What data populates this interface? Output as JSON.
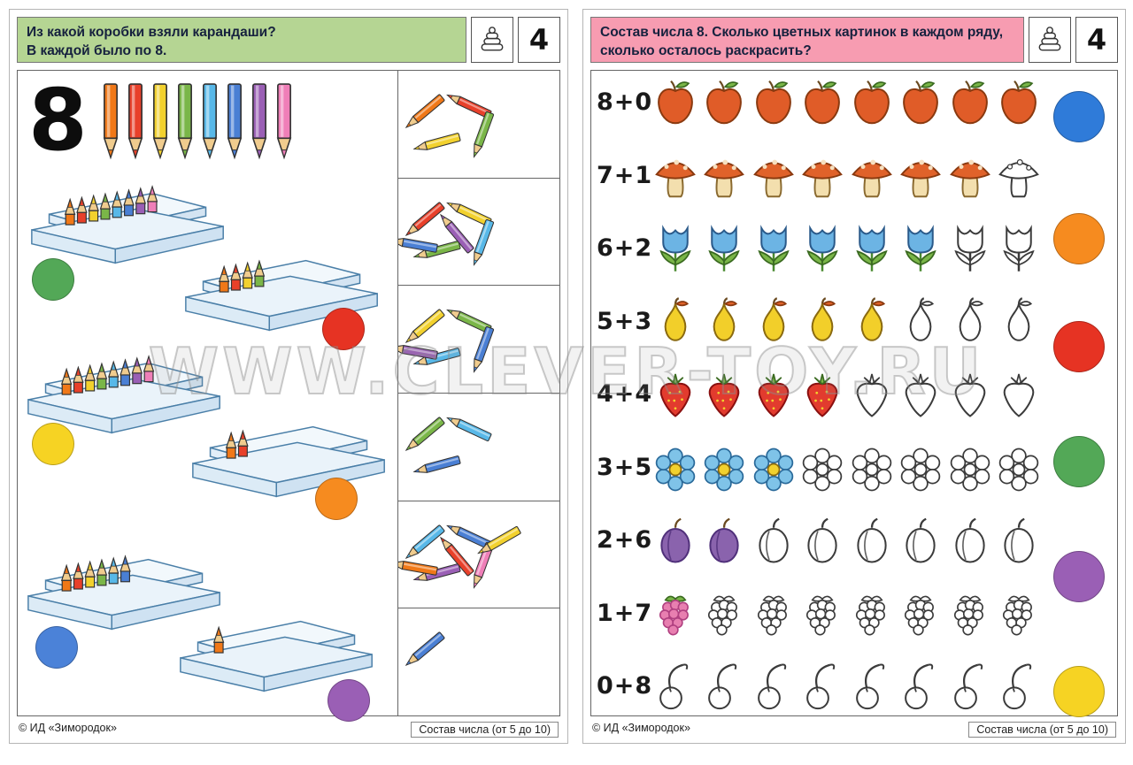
{
  "watermark": "WWW.CLEVER-TOY.RU",
  "left_page": {
    "header": {
      "line1": "Из какой коробки взяли карандаши?",
      "line2": "В каждой было по 8.",
      "badge_number": "4",
      "band_color": "#b5d593"
    },
    "big_number": "8",
    "pencil_colors": [
      "#f07818",
      "#e8402a",
      "#f2d12e",
      "#7ab648",
      "#58b8e8",
      "#4a7fd4",
      "#9a5fb5",
      "#ef7fb8"
    ],
    "boxes": [
      {
        "pencils_visible": 8,
        "circle_color": "#53a857"
      },
      {
        "pencils_visible": 4,
        "circle_color": "#e63323"
      },
      {
        "pencils_visible": 8,
        "circle_color": "#f6d323"
      },
      {
        "pencils_visible": 2,
        "circle_color": "#f68b1f"
      },
      {
        "pencils_visible": 6,
        "circle_color": "#4b82d8"
      },
      {
        "pencils_visible": 1,
        "circle_color": "#9a5fb5"
      }
    ],
    "answer_groups": [
      {
        "pencils": 4
      },
      {
        "pencils": 6
      },
      {
        "pencils": 5
      },
      {
        "pencils": 3
      },
      {
        "pencils": 7
      },
      {
        "pencils": 1
      }
    ],
    "footer_left": "© ИД «Зимородок»",
    "footer_right": "Состав числа (от 5 до 10)"
  },
  "right_page": {
    "header": {
      "line1": "Состав числа 8. Сколько цветных картинок в каждом ряду,",
      "line2": "сколько осталось раскрасить?",
      "badge_number": "4",
      "band_color": "#f79cb1"
    },
    "rows": [
      {
        "label": "8+0",
        "item": "apple",
        "colored": 8,
        "total": 8
      },
      {
        "label": "7+1",
        "item": "mushroom",
        "colored": 7,
        "total": 8
      },
      {
        "label": "6+2",
        "item": "tulip",
        "colored": 6,
        "total": 8
      },
      {
        "label": "5+3",
        "item": "pear",
        "colored": 5,
        "total": 8
      },
      {
        "label": "4+4",
        "item": "strawberry",
        "colored": 4,
        "total": 8
      },
      {
        "label": "3+5",
        "item": "flower",
        "colored": 3,
        "total": 8
      },
      {
        "label": "2+6",
        "item": "plum",
        "colored": 2,
        "total": 8
      },
      {
        "label": "1+7",
        "item": "raspberry",
        "colored": 1,
        "total": 8
      },
      {
        "label": "0+8",
        "item": "cherry",
        "colored": 0,
        "total": 8
      }
    ],
    "answer_circles": [
      "#2f7bd9",
      "#f68b1f",
      "#e63323",
      "#53a857",
      "#9a5fb5",
      "#f6d323"
    ],
    "footer_left": "© ИД «Зимородок»",
    "footer_right": "Состав числа (от 5 до 10)"
  }
}
